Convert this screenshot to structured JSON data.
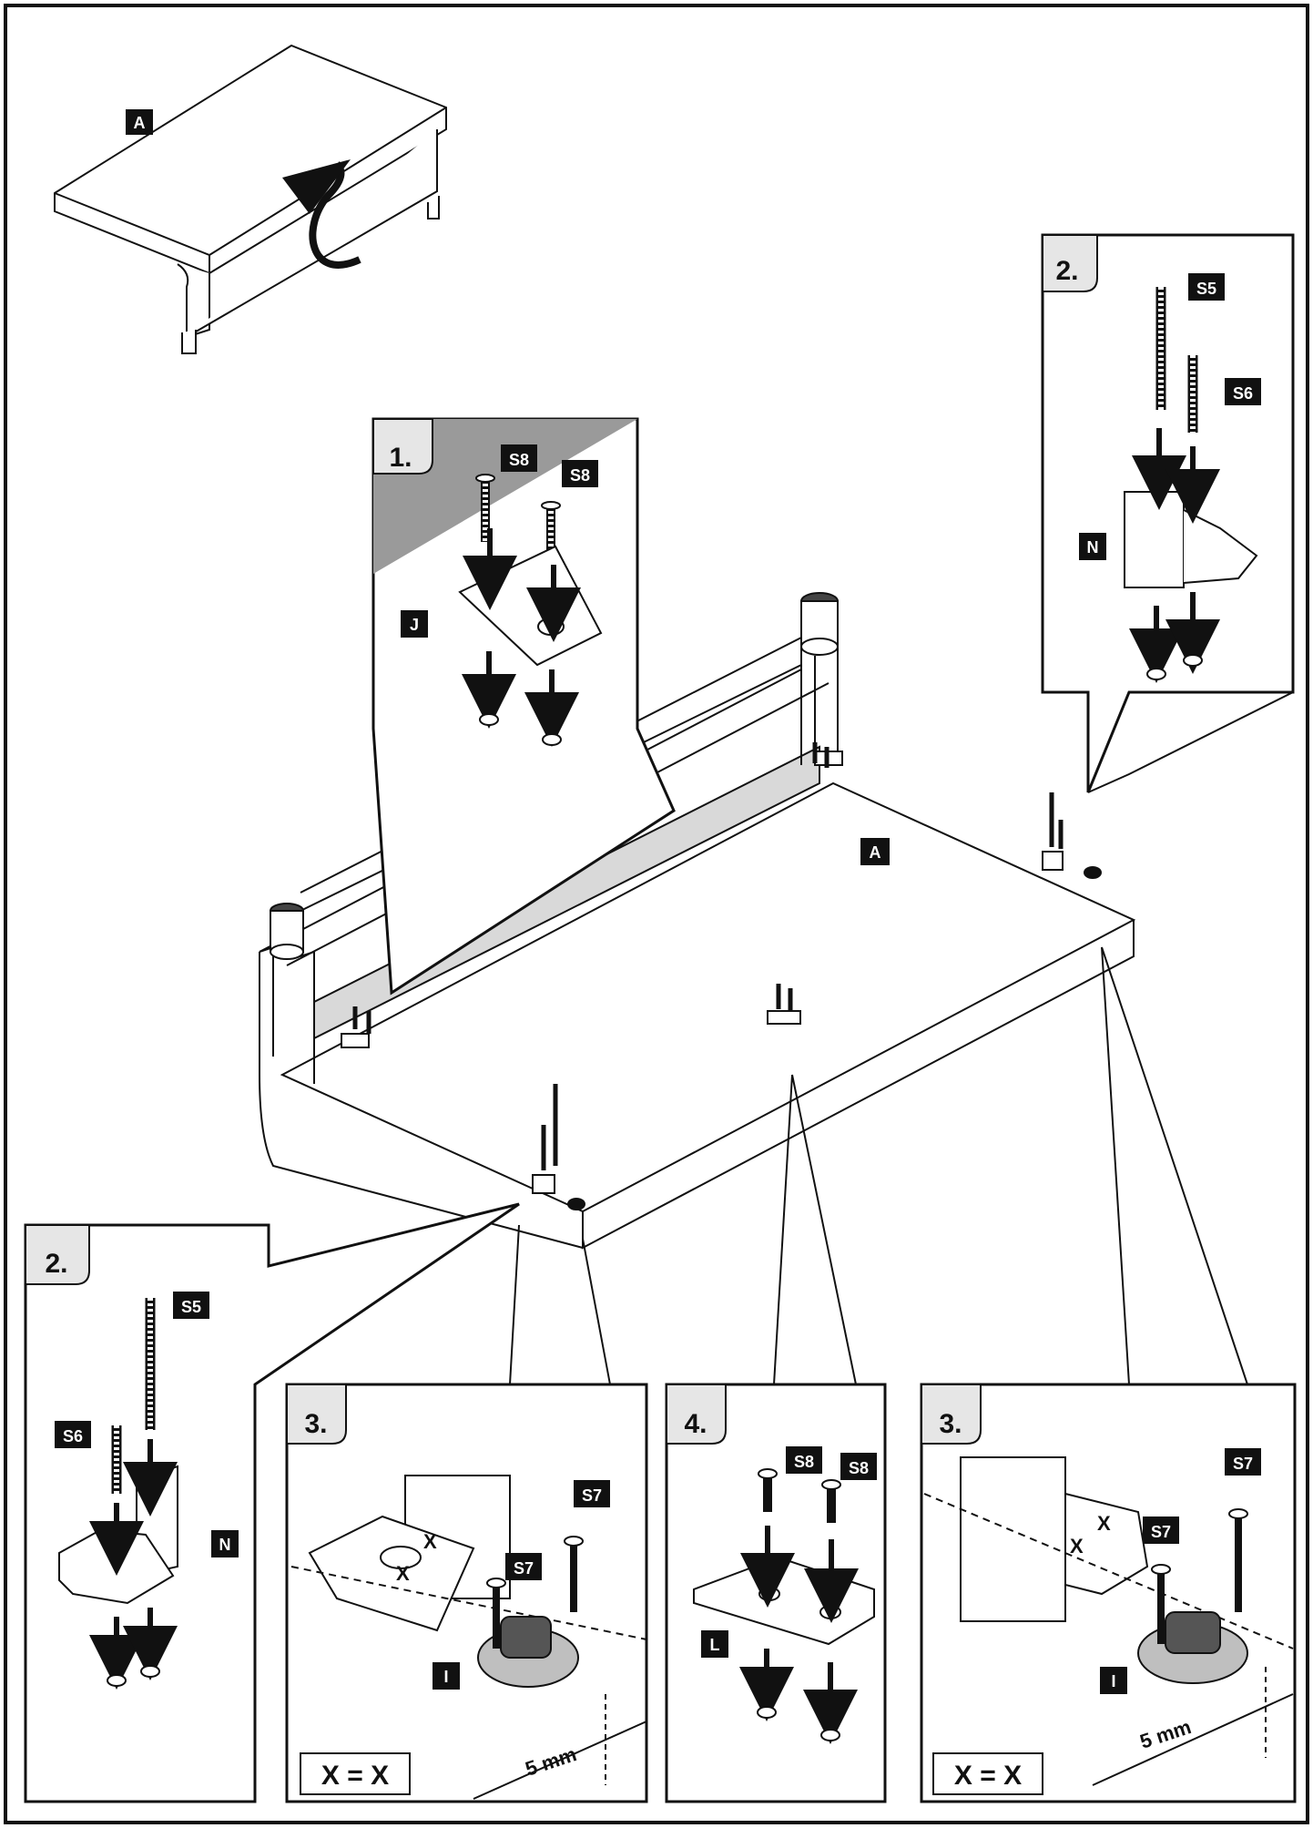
{
  "labels": {
    "part_a": "A",
    "part_j": "J",
    "part_n": "N",
    "part_l": "L",
    "part_i": "I",
    "screw_s5": "S5",
    "screw_s6": "S6",
    "screw_s7": "S7",
    "screw_s8": "S8"
  },
  "steps": {
    "step1": "1.",
    "step2": "2.",
    "step3": "3.",
    "step4": "4."
  },
  "notes": {
    "equal": "X = X",
    "x": "X",
    "gap": "5 mm"
  },
  "colors": {
    "ink": "#111111",
    "panel_tab": "#e6e6e6",
    "shade": "#9a9a9a",
    "rail": "#d9d9d9"
  },
  "icons": [
    "rotate-arrow-icon",
    "down-arrow-icon",
    "screw-icon",
    "hole-icon"
  ]
}
